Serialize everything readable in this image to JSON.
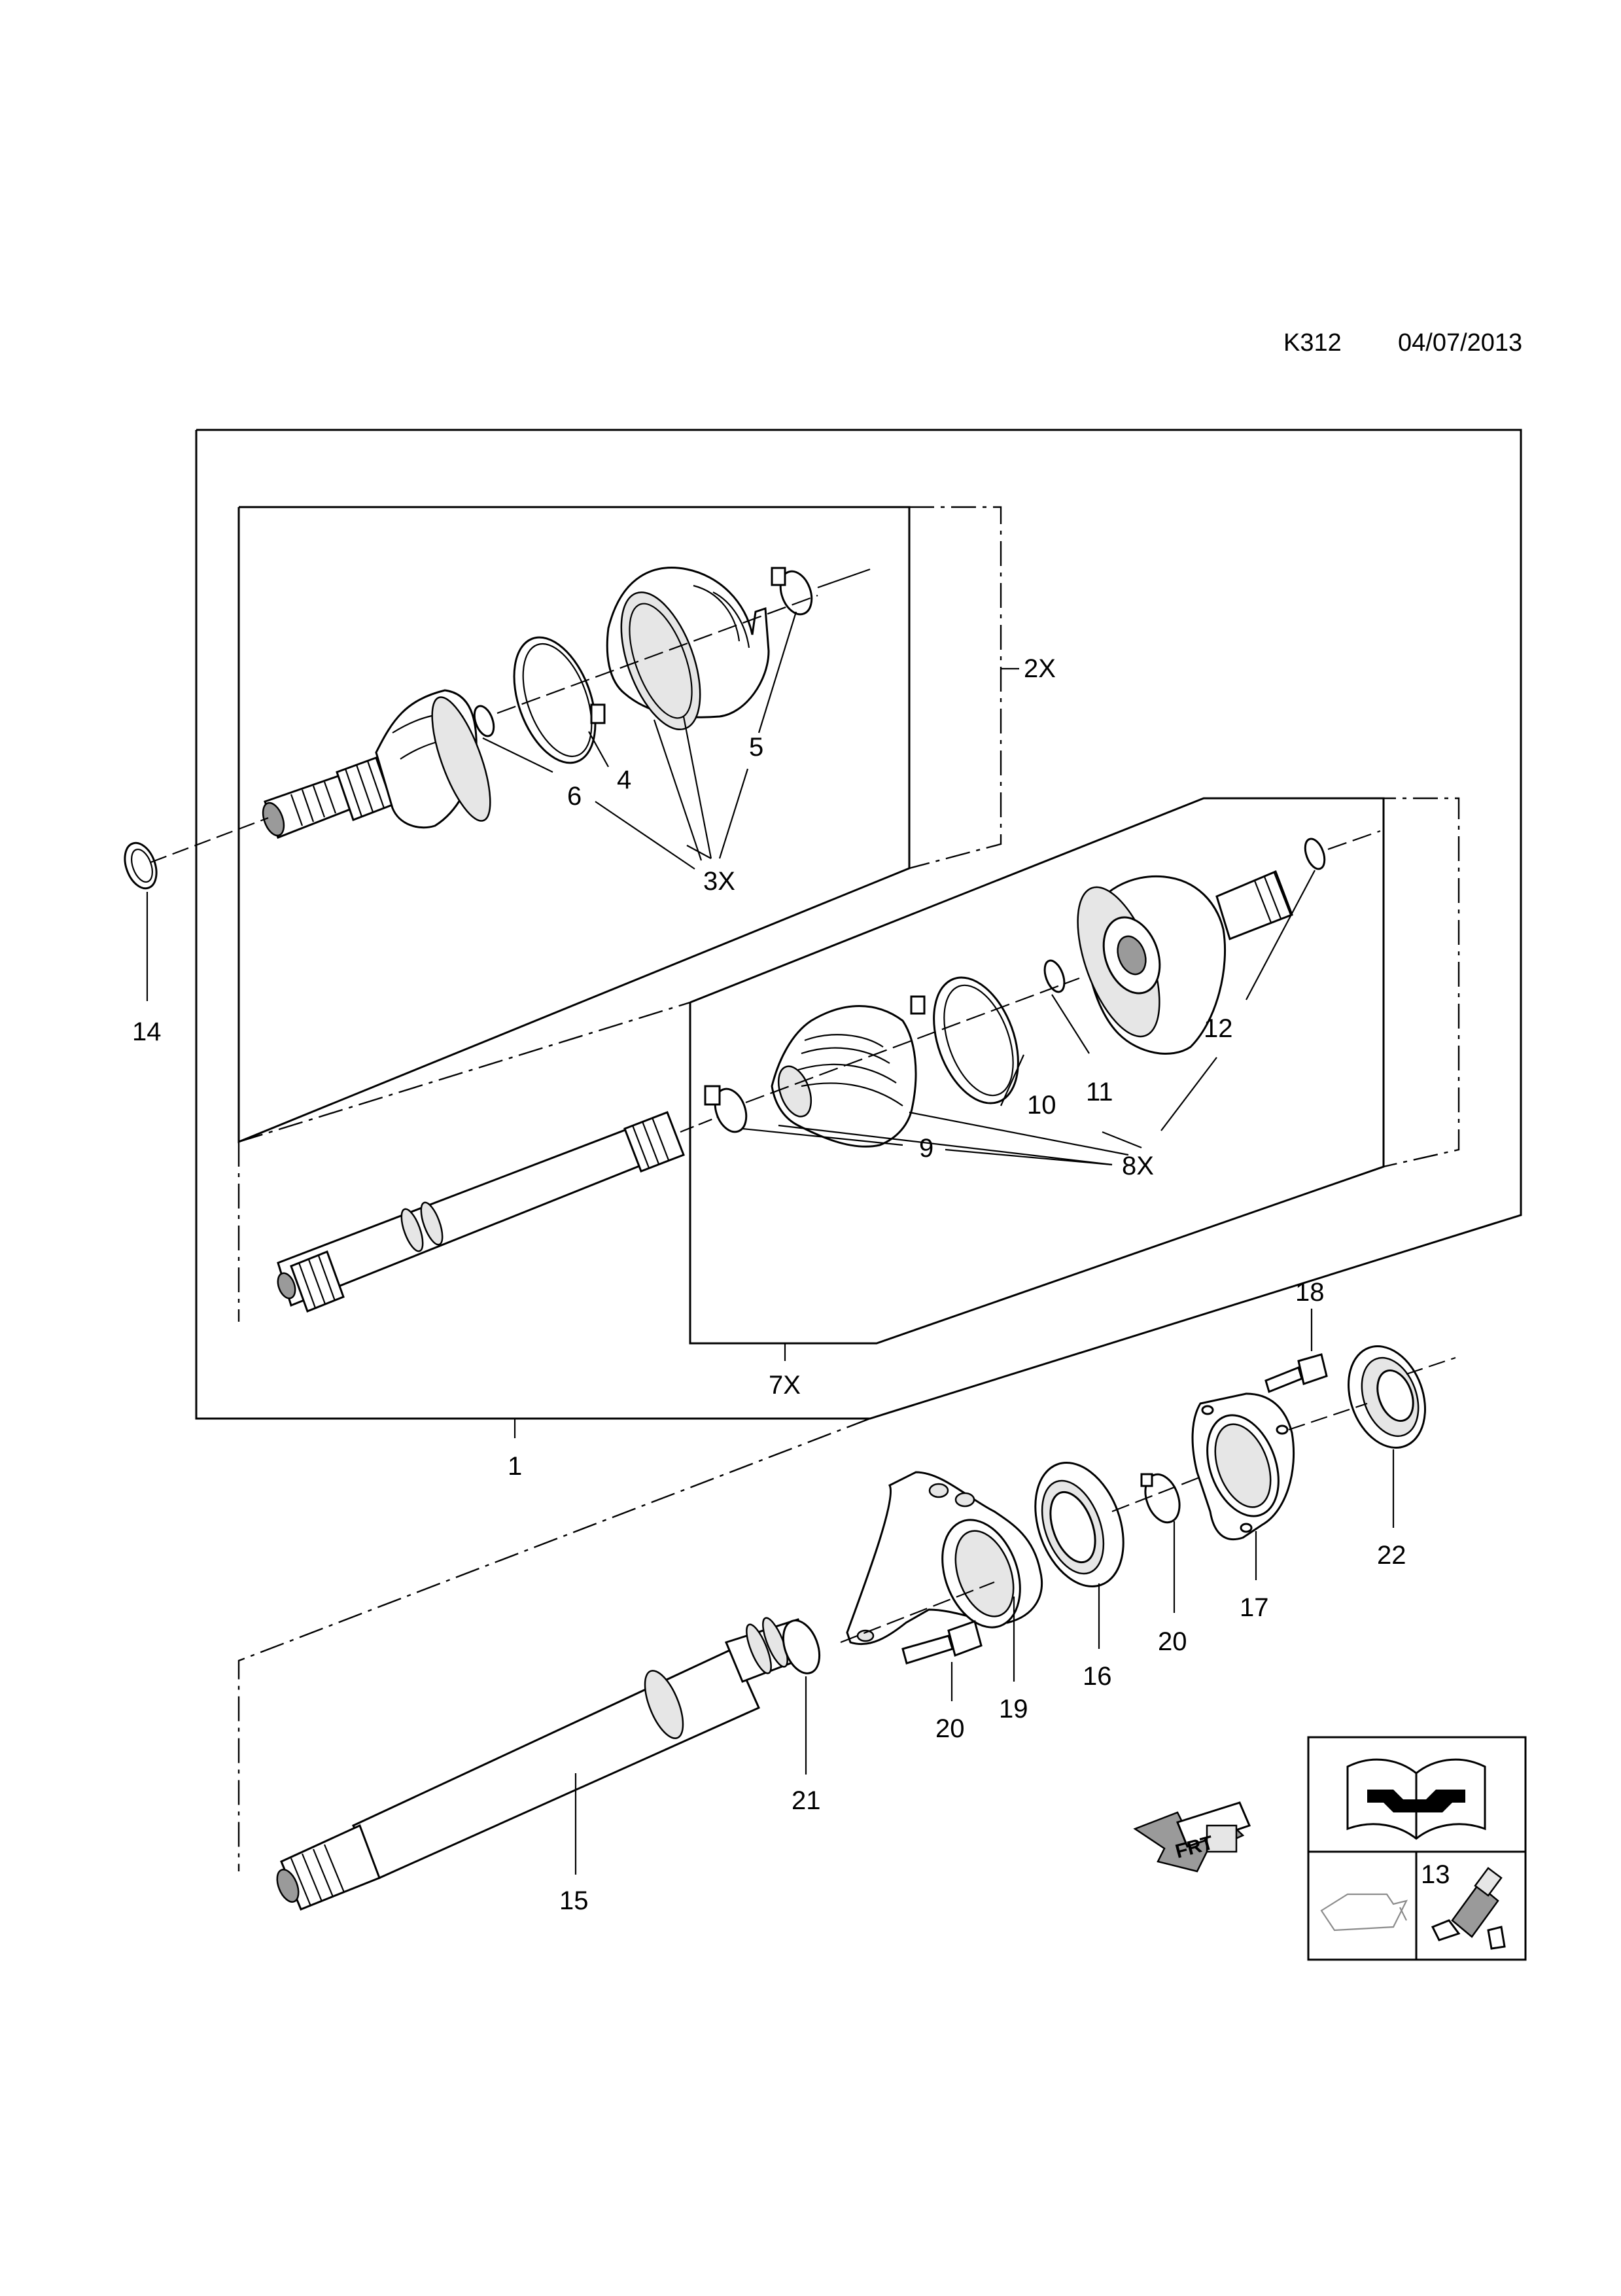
{
  "header": {
    "code": "K312",
    "date": "04/07/2013"
  },
  "callouts": {
    "c1": "1",
    "c2x": "2X",
    "c3x": "3X",
    "c4": "4",
    "c5": "5",
    "c6": "6",
    "c7x": "7X",
    "c8x": "8X",
    "c9": "9",
    "c10": "10",
    "c11": "11",
    "c12": "12",
    "c13": "13",
    "c14": "14",
    "c15": "15",
    "c16": "16",
    "c17": "17",
    "c18": "18",
    "c19": "19",
    "c20a": "20",
    "c20b": "20",
    "c21": "21",
    "c22": "22"
  },
  "direction_mark": "FRT",
  "icons": [
    "wrench-manual-icon",
    "oil-can-icon",
    "grease-tube-icon"
  ]
}
